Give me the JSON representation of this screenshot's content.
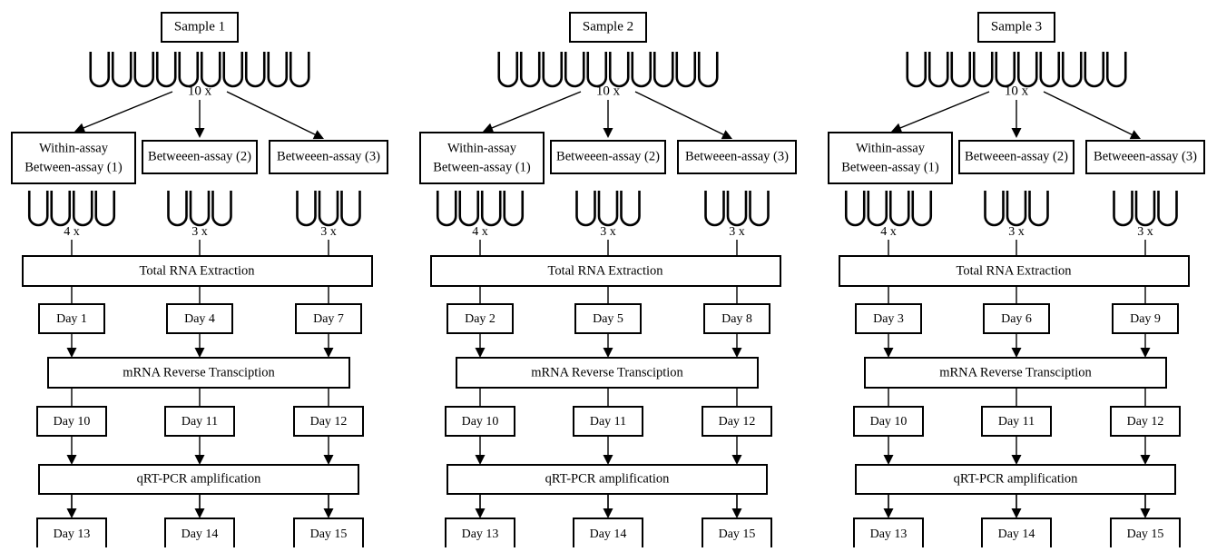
{
  "panels": [
    {
      "sample_label": "Sample 1",
      "tube_count": 10,
      "split_label": "10 x",
      "groups": [
        {
          "label_lines": [
            "Within-assay",
            "Between-assay (1)"
          ],
          "tube_count": 4,
          "count_label": "4 x",
          "extraction_day": "Day 1",
          "rt_day": "Day 10",
          "pcr_day": "Day 13"
        },
        {
          "label_lines": [
            "Betweeen-assay (2)"
          ],
          "tube_count": 3,
          "count_label": "3 x",
          "extraction_day": "Day 4",
          "rt_day": "Day 11",
          "pcr_day": "Day 14"
        },
        {
          "label_lines": [
            "Betweeen-assay (3)"
          ],
          "tube_count": 3,
          "count_label": "3 x",
          "extraction_day": "Day 7",
          "rt_day": "Day 12",
          "pcr_day": "Day 15"
        }
      ]
    },
    {
      "sample_label": "Sample 2",
      "tube_count": 10,
      "split_label": "10 x",
      "groups": [
        {
          "label_lines": [
            "Within-assay",
            "Between-assay (1)"
          ],
          "tube_count": 4,
          "count_label": "4 x",
          "extraction_day": "Day 2",
          "rt_day": "Day 10",
          "pcr_day": "Day 13"
        },
        {
          "label_lines": [
            "Betweeen-assay (2)"
          ],
          "tube_count": 3,
          "count_label": "3 x",
          "extraction_day": "Day 5",
          "rt_day": "Day 11",
          "pcr_day": "Day 14"
        },
        {
          "label_lines": [
            "Betweeen-assay (3)"
          ],
          "tube_count": 3,
          "count_label": "3 x",
          "extraction_day": "Day 8",
          "rt_day": "Day 12",
          "pcr_day": "Day 15"
        }
      ]
    },
    {
      "sample_label": "Sample 3",
      "tube_count": 10,
      "split_label": "10 x",
      "groups": [
        {
          "label_lines": [
            "Within-assay",
            "Between-assay (1)"
          ],
          "tube_count": 4,
          "count_label": "4 x",
          "extraction_day": "Day 3",
          "rt_day": "Day 10",
          "pcr_day": "Day 13"
        },
        {
          "label_lines": [
            "Betweeen-assay (2)"
          ],
          "tube_count": 3,
          "count_label": "3 x",
          "extraction_day": "Day 6",
          "rt_day": "Day 11",
          "pcr_day": "Day 14"
        },
        {
          "label_lines": [
            "Betweeen-assay (3)"
          ],
          "tube_count": 3,
          "count_label": "3 x",
          "extraction_day": "Day 9",
          "rt_day": "Day 12",
          "pcr_day": "Day 15"
        }
      ]
    }
  ],
  "steps": {
    "extraction": "Total RNA Extraction",
    "reverse_transcription": "mRNA Reverse Transciption",
    "amplification": "qRT-PCR amplification"
  }
}
